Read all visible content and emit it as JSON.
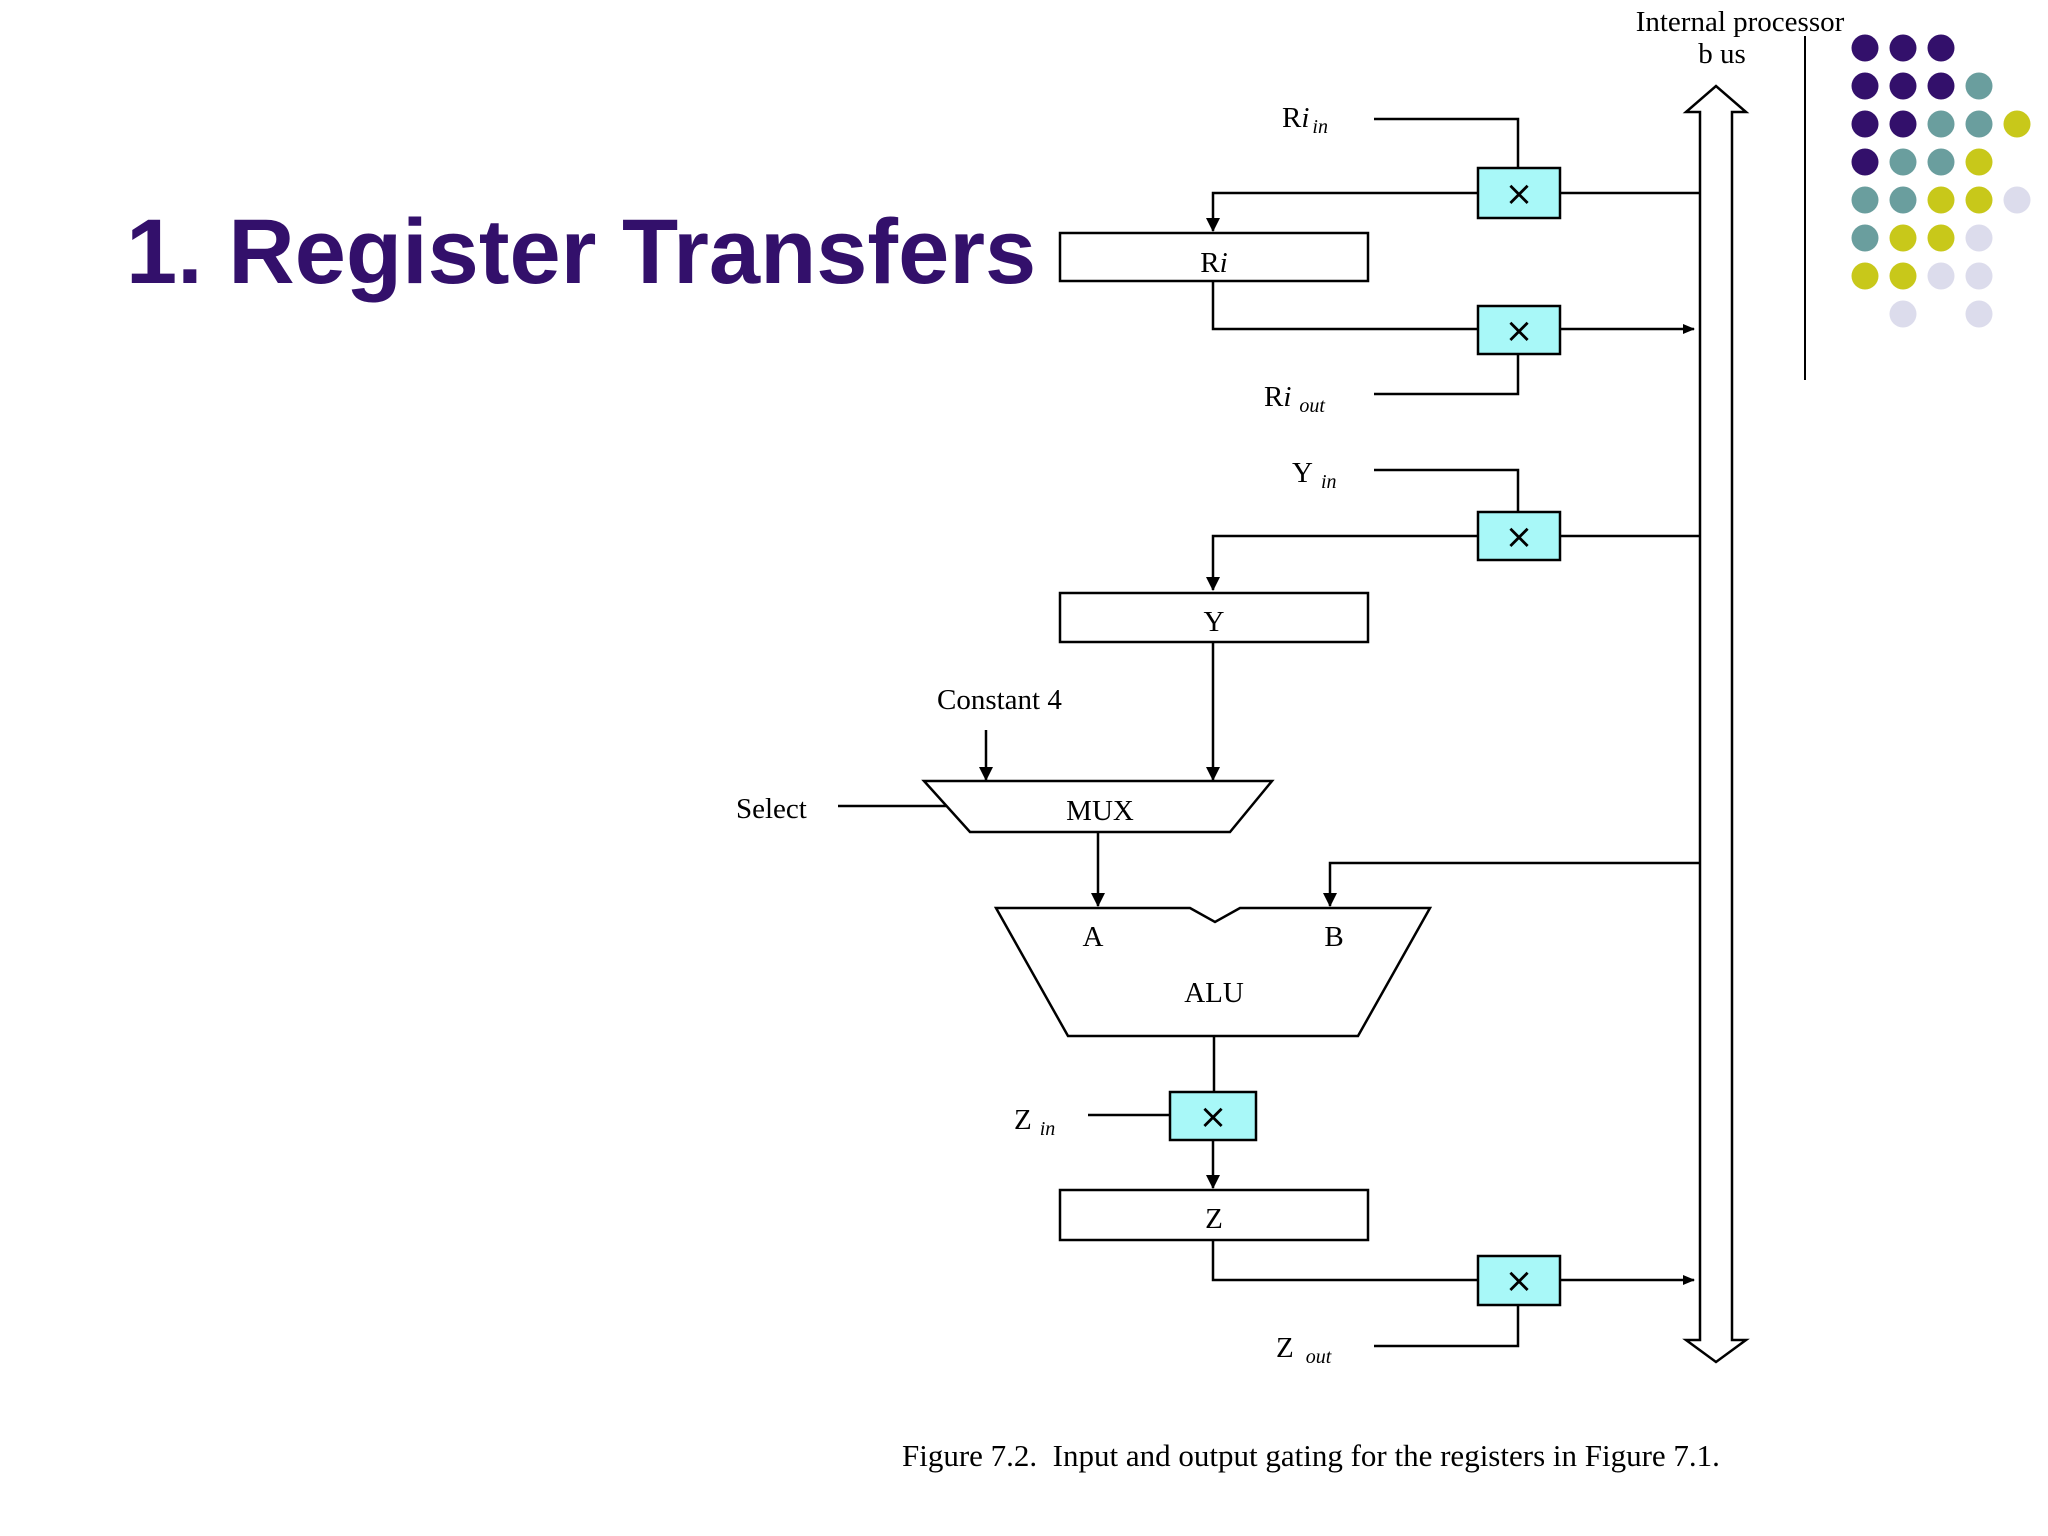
{
  "slide": {
    "title": "1. Register Transfers"
  },
  "diagram": {
    "bus_label_line1": "Internal processor",
    "bus_label_line2": "b us",
    "ri_in": {
      "base": "R",
      "italic": "i",
      "sub": "in"
    },
    "ri_out": {
      "base": "R",
      "italic": "i",
      "sub": "out"
    },
    "register_ri": {
      "base": "R",
      "italic": "i"
    },
    "y_in": {
      "base": "Y",
      "sub": "in"
    },
    "register_y": "Y",
    "constant": "Constant 4",
    "select": "Select",
    "mux": "MUX",
    "alu": "ALU",
    "alu_input_a": "A",
    "alu_input_b": "B",
    "z_in": {
      "base": "Z",
      "sub": "in"
    },
    "register_z": "Z",
    "z_out": {
      "base": "Z",
      "sub": "out"
    },
    "caption": "Figure 7.2.  Input and output gating for the registers in Figure 7.1.",
    "gate_symbol": "×",
    "gate_fill": "#a8f8f8"
  },
  "decoration": {
    "dot_colors": {
      "purple": "#33106b",
      "teal": "#6a9e9e",
      "olive": "#c8c81a",
      "lavender": "#dcdcec"
    }
  }
}
